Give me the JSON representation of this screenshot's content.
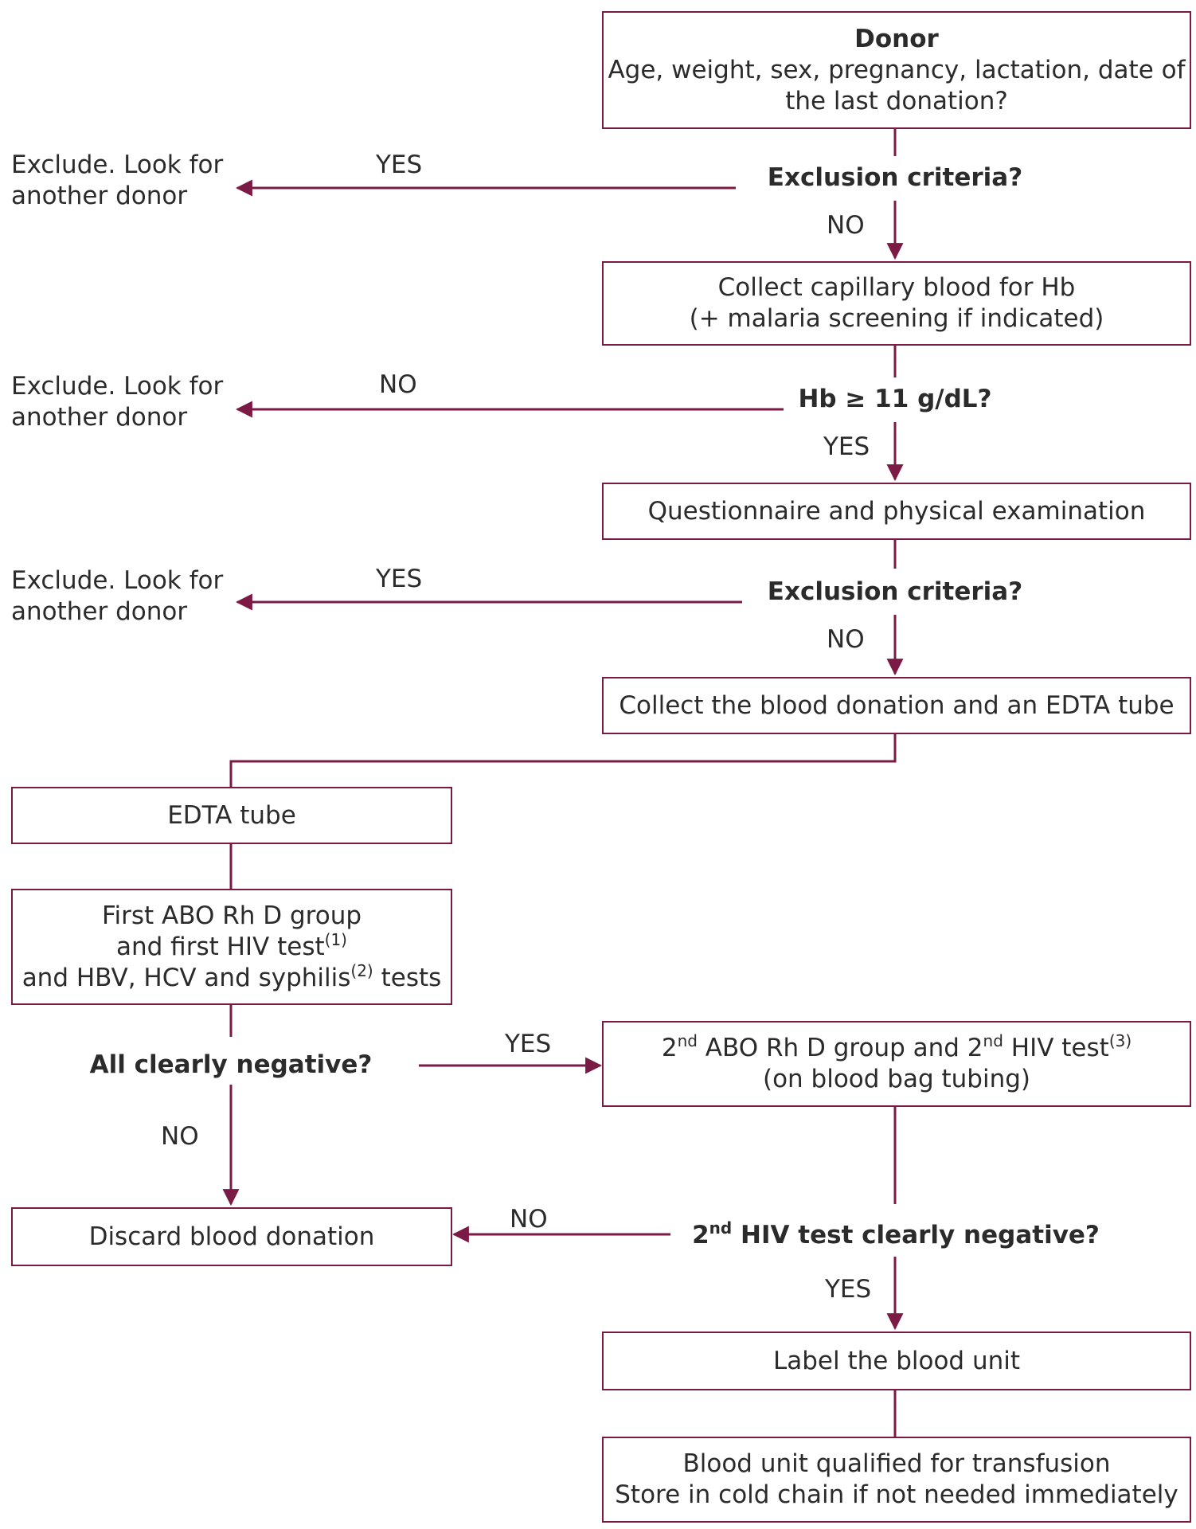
{
  "accent_color": "#7b1a45",
  "text_color": "#2b2b2b",
  "donor": {
    "title": "Donor",
    "line1": "Age, weight, sex, pregnancy, lactation, date of",
    "line2": "the last donation?"
  },
  "decision1": {
    "question": "Exclusion criteria?",
    "yes": "YES",
    "no": "NO"
  },
  "exclude1": {
    "line1": "Exclude. Look for",
    "line2": "another donor"
  },
  "collect_hb": {
    "line1": "Collect capillary blood for Hb",
    "line2": "(+ malaria screening if indicated)"
  },
  "decision2": {
    "question": "Hb ≥ 11 g/dL?",
    "no": "NO",
    "yes": "YES"
  },
  "exclude2": {
    "line1": "Exclude. Look for",
    "line2": "another donor"
  },
  "questionnaire": {
    "label": "Questionnaire and physical examination"
  },
  "decision3": {
    "question": "Exclusion criteria?",
    "yes": "YES",
    "no": "NO"
  },
  "exclude3": {
    "line1": "Exclude. Look for",
    "line2": "another donor"
  },
  "collect_donation": {
    "label": "Collect the blood donation and an EDTA tube"
  },
  "edta": {
    "label": "EDTA tube"
  },
  "first_tests": {
    "line1": "First ABO Rh D group",
    "line2": "and first HIV test",
    "line2_ref": "(1)",
    "line3a": "and HBV, HCV and syphilis",
    "line3_ref": "(2)",
    "line3b": " tests"
  },
  "decision4": {
    "question": "All clearly negative?",
    "yes": "YES",
    "no": "NO"
  },
  "second_tests": {
    "p1": "2",
    "p1_sup": "nd",
    "p2": " ABO Rh D group and 2",
    "p2_sup": "nd",
    "p3": " HIV test",
    "ref": "(3)",
    "line2": "(on blood bag tubing)"
  },
  "decision5": {
    "pre": "2",
    "pre_sup": "nd",
    "question": " HIV test clearly negative?",
    "no": "NO",
    "yes": "YES"
  },
  "discard": {
    "label": "Discard blood donation"
  },
  "label_unit": {
    "label": "Label the blood unit"
  },
  "qualified": {
    "line1": "Blood unit qualified for transfusion",
    "line2": "Store in cold chain if not needed immediately"
  }
}
